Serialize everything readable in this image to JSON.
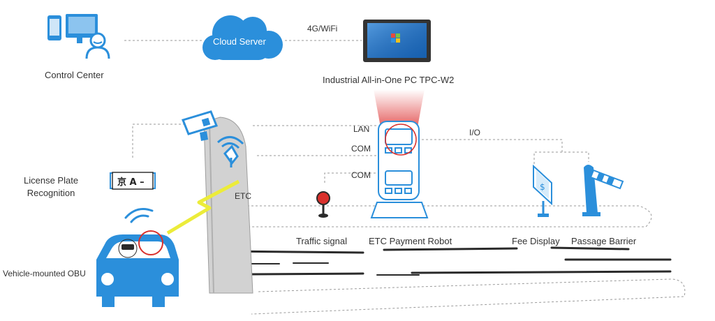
{
  "colors": {
    "accent": "#2b8fdb",
    "accent_dark": "#1f78c0",
    "line": "#9a9a9a",
    "text": "#333333",
    "red": "#d9302c",
    "yellow": "#ecec3a"
  },
  "icons": [
    "phone-icon",
    "monitor-user-icon",
    "cloud-icon",
    "industrial-pc-icon",
    "camera-icon",
    "etc-antenna-icon",
    "plate-icon",
    "traffic-light-icon",
    "robot-kiosk-icon",
    "fee-display-icon",
    "barrier-icon",
    "car-icon",
    "obu-signal-icon"
  ],
  "nodes": {
    "control_center": "Control Center",
    "cloud_server": "Cloud Server",
    "industrial_pc": "Industrial All-in-One PC TPC-W2",
    "lpr_line1": "License Plate",
    "lpr_line2": "Recognition",
    "plate_text": "京 A –",
    "etc": "ETC",
    "traffic_signal": "Traffic signal",
    "etc_robot": "ETC Payment Robot",
    "fee_display": "Fee Display",
    "passage_barrier": "Passage Barrier",
    "obu": "Vehicle-mounted OBU"
  },
  "links": {
    "wifi": "4G/WiFi",
    "lan": "LAN",
    "com1": "COM",
    "com2": "COM",
    "io": "I/O"
  }
}
